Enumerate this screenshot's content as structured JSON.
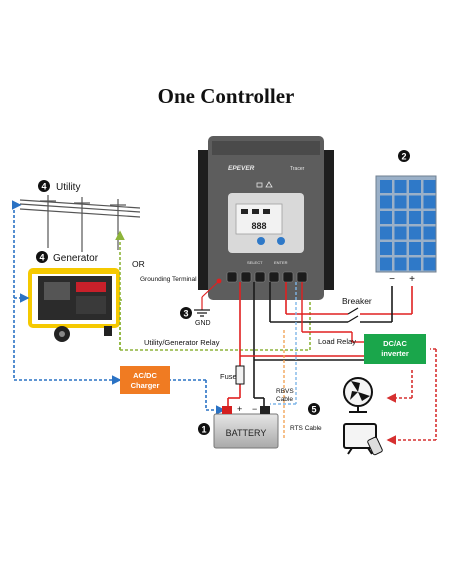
{
  "title": "One Controller",
  "controller": {
    "brand": "EPEVER",
    "model": "Tracer",
    "btn_left": "SELECT",
    "btn_right": "ENTER",
    "lcd_value": "888"
  },
  "labels": {
    "utility": "Utility",
    "generator": "Generator",
    "or": "OR",
    "grounding_terminal": "Grounding Terminal",
    "gnd": "GND",
    "utility_generator_relay": "Utility/Generator Relay",
    "load_relay": "Load Relay",
    "breaker": "Breaker",
    "fuse": "Fuse",
    "rbvs_cable_1": "RBVS",
    "rbvs_cable_2": "Cable",
    "rts_cable": "RTS Cable",
    "battery": "BATTERY",
    "acdc_charger_1": "AC/DC",
    "acdc_charger_2": "Charger",
    "dcac_inverter_1": "DC/AC",
    "dcac_inverter_2": "inverter",
    "panel_minus": "−",
    "panel_plus": "+",
    "battery_plus": "+",
    "battery_minus": "−"
  },
  "markers": {
    "utility": "4",
    "generator": "4",
    "solar": "2",
    "ground": "3",
    "battery": "1",
    "cable": "5"
  },
  "colors": {
    "controller_body": "#5d5d5d",
    "panel_blue": "#2f79c8",
    "charger": "#f07b22",
    "inverter": "#1aa64b",
    "wire_red": "#e02020",
    "wire_black": "#1a1a1a",
    "dash_blue": "#2a72c4",
    "dash_green": "#8db43a",
    "dash_red": "#d63030",
    "generator_yellow": "#f5c900"
  }
}
